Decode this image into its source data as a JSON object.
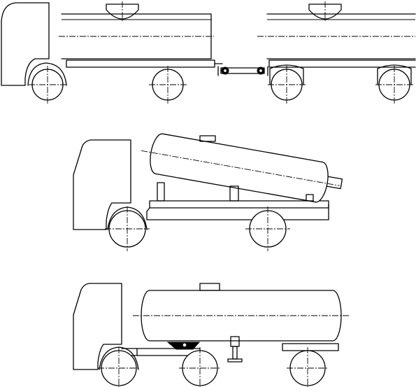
{
  "figure": {
    "stroke_color": "#000000",
    "background_color": "#ffffff",
    "panels": [
      {
        "id": "truck-with-tank-trailer"
      },
      {
        "id": "tilted-tank-semitrailer"
      },
      {
        "id": "tank-semitrailer-with-landing-gear"
      }
    ]
  }
}
